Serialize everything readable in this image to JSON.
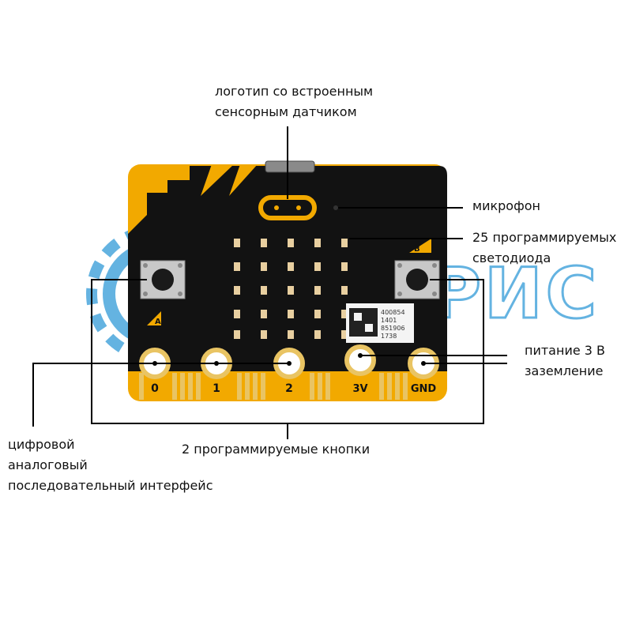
{
  "watermark": {
    "text": "ЧИПЕРИС",
    "color": "#4aa6dc"
  },
  "board": {
    "colors": {
      "yellow": "#f2a900",
      "black": "#121212",
      "copper": "#e9c463",
      "led": "#e8cfa0"
    },
    "button_a_letter": "A",
    "button_b_letter": "B",
    "pins": [
      {
        "label": "0"
      },
      {
        "label": "1"
      },
      {
        "label": "2"
      },
      {
        "label": "3V"
      },
      {
        "label": "GND"
      }
    ],
    "sticker_lines": [
      "400854",
      "1401",
      "851906",
      "1738"
    ]
  },
  "callouts": {
    "logo_line1": "логотип со встроенным",
    "logo_line2": "сенсорным датчиком",
    "microphone": "микрофон",
    "leds_line1": "25 программируемых",
    "leds_line2": "светодиода",
    "power": "питание 3 В",
    "ground": "заземление",
    "buttons": "2 программируемые кнопки",
    "io_line1": "цифровой",
    "io_line2": "аналоговый",
    "io_line3": "последовательный интерфейс"
  }
}
